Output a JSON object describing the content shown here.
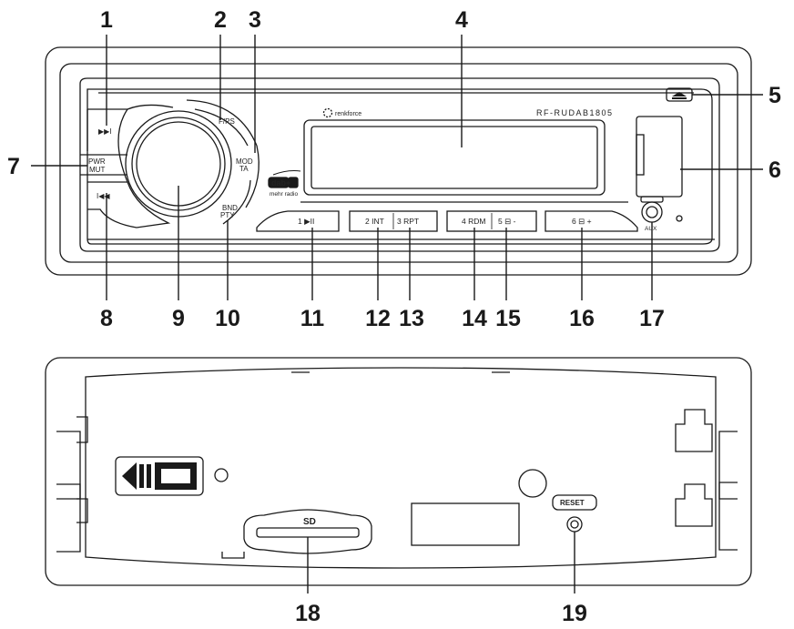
{
  "front_panel": {
    "brand": "renkforce",
    "model": "RF-RUDAB1805",
    "dab_logo": "dab+",
    "dab_tagline": "mehr radio",
    "labels": {
      "next": "▶▶I",
      "prev": "I◀◀",
      "fps": "F/PS",
      "mod": "MOD",
      "ta": "TA",
      "pwr": "PWR",
      "mut": "MUT",
      "bnd": "BND",
      "pty": "PTY",
      "aux": "AUX"
    },
    "preset_buttons": [
      {
        "label": "1 ▶II"
      },
      {
        "label_a": "2 INT",
        "label_b": "3 RPT"
      },
      {
        "label_a": "4 RDM",
        "label_b": "5 ⊟ -"
      },
      {
        "label": "6 ⊟ +"
      }
    ]
  },
  "back_panel": {
    "sd_label": "SD",
    "reset_label": "RESET"
  },
  "callouts": [
    "1",
    "2",
    "3",
    "4",
    "5",
    "6",
    "7",
    "8",
    "9",
    "10",
    "11",
    "12",
    "13",
    "14",
    "15",
    "16",
    "17",
    "18",
    "19"
  ],
  "colors": {
    "line": "#1a1a1a",
    "background": "#ffffff"
  }
}
